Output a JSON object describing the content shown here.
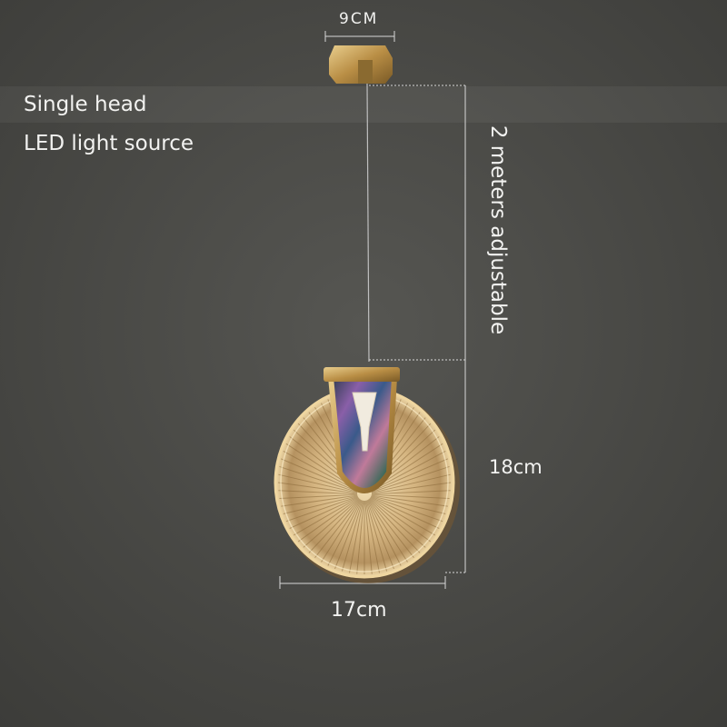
{
  "labels": {
    "single_head": "Single head",
    "light_source": "LED light source",
    "canopy_width": "9CM",
    "cord_length": "2 meters adjustable",
    "lamp_height": "18cm",
    "lamp_width": "17cm"
  },
  "colors": {
    "background": "#4a4a46",
    "gold": "#c9a35a",
    "dimension_line": "#d8d8d8",
    "text": "#f2f2f0"
  }
}
